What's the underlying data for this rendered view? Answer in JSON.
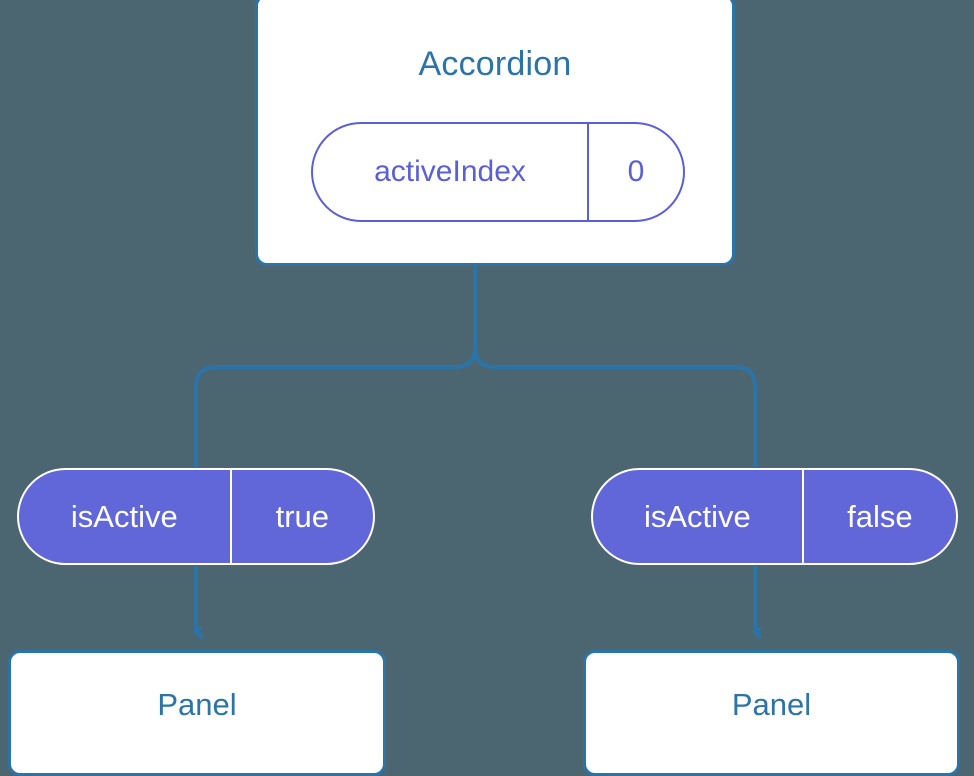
{
  "canvas": {
    "background_color": "#4b6670",
    "accent_blue": "#2a74a8",
    "accent_purple": "#5b5fd6",
    "pill_fill": "#6166d9"
  },
  "tree": {
    "root": {
      "title": "Accordion",
      "state": {
        "key": "activeIndex",
        "value": "0"
      }
    },
    "branches": [
      {
        "state": {
          "key": "isActive",
          "value": "true"
        },
        "child": {
          "title": "Panel"
        }
      },
      {
        "state": {
          "key": "isActive",
          "value": "false"
        },
        "child": {
          "title": "Panel"
        }
      }
    ]
  }
}
